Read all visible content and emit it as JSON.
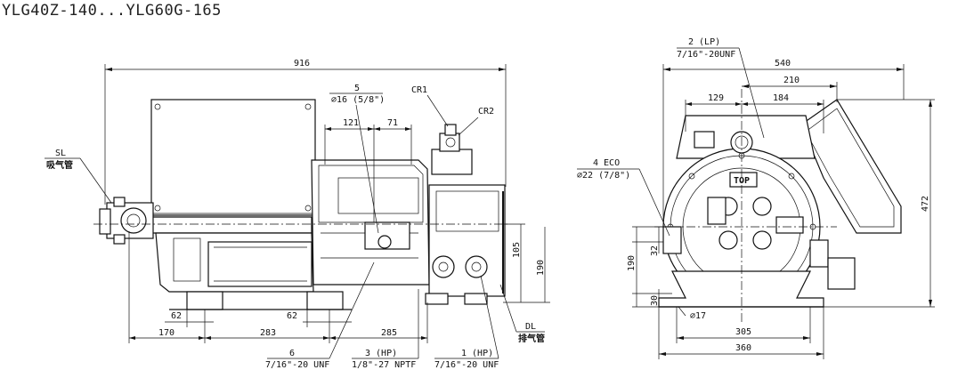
{
  "title": "YLG40Z-140...YLG60G-165",
  "dimensions": {
    "d916": "916",
    "d121": "121",
    "d71": "71",
    "d105": "105",
    "d190_side": "190",
    "d62_left": "62",
    "d62_mid": "62",
    "d170": "170",
    "d283": "283",
    "d285": "285",
    "d540": "540",
    "d210": "210",
    "d129": "129",
    "d184": "184",
    "d472": "472",
    "d32": "32",
    "d190_front": "190",
    "d30": "30",
    "d17": "⌀17",
    "d305": "305",
    "d360": "360"
  },
  "labels": {
    "sl": "SL",
    "sl_cn": "吸气管",
    "cr1": "CR1",
    "cr2": "CR2",
    "c5_num": "5",
    "c5_spec": "⌀16 (5/8\")",
    "c6_num": "6",
    "c6_spec": "7/16\"-20 UNF",
    "c3_num": "3 (HP)",
    "c3_spec": "1/8\"-27 NPTF",
    "c1_num": "1 (HP)",
    "c1_spec": "7/16\"-20 UNF",
    "dl": "DL",
    "dl_cn": "排气管",
    "c2_num": "2 (LP)",
    "c2_spec": "7/16\"-20UNF",
    "c4_num": "4 ECO",
    "c4_spec": "⌀22 (7/8\")",
    "top": "TOP"
  }
}
